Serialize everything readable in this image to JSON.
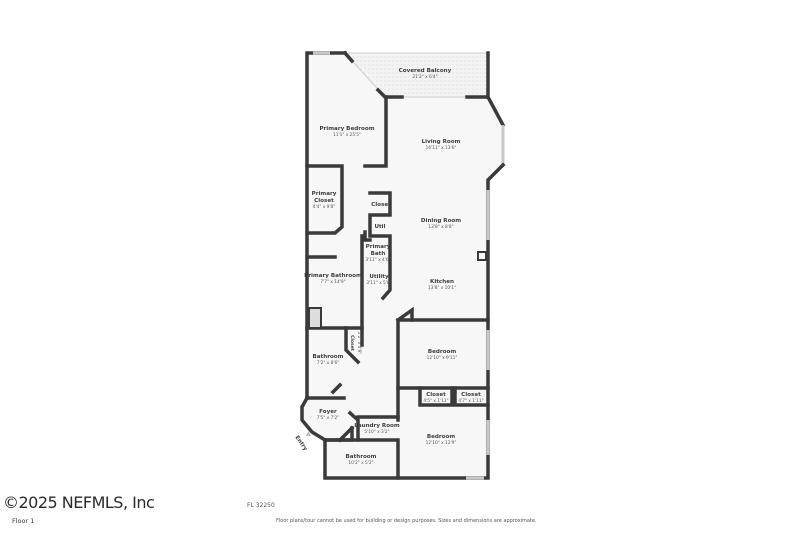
{
  "rooms": [
    {
      "name": "Covered Balcony",
      "dim": "21'2\" x 6'4\""
    },
    {
      "name": "Primary Bedroom",
      "dim": "11'1\" x 25'5\""
    },
    {
      "name": "Living Room",
      "dim": "16'11\" x 13'6\""
    },
    {
      "name": "Primary",
      "name2": "Closet",
      "dim": "4'4\" x 9'8\""
    },
    {
      "name": "Closet",
      "dim": ""
    },
    {
      "name": "Util",
      "dim": ""
    },
    {
      "name": "Dining Room",
      "dim": "13'8\" x 8'8\""
    },
    {
      "name": "Primary",
      "name2": "Bath",
      "dim": "3'11\" x 4'6\""
    },
    {
      "name": "Primary Bathroom",
      "dim": "7'7\" x 14'9\""
    },
    {
      "name": "Utility",
      "dim": "3'11\" x 5'8\""
    },
    {
      "name": "Kitchen",
      "dim": "13'8\" x 10'1\""
    },
    {
      "name": "Closet",
      "dim": "2'2\" x 4'9\""
    },
    {
      "name": "Bathroom",
      "dim": "7'2\" x 8'6\""
    },
    {
      "name": "Bedroom",
      "dim": "12'10\" x 9'11\""
    },
    {
      "name": "Closet",
      "dim": "4'5\" x 1'11\""
    },
    {
      "name": "Closet",
      "dim": "4'7\" x 1'11\""
    },
    {
      "name": "Foyer",
      "dim": "7'5\" x 7'2\""
    },
    {
      "name": "Laundry Room",
      "dim": "5'10\" x 3'2\""
    },
    {
      "name": "Bedroom",
      "dim": "12'10\" x 12'9\""
    },
    {
      "name": "Bathroom",
      "dim": "10'2\" x 5'2\""
    }
  ],
  "entry_label": "Entry",
  "footer": {
    "watermark": "©2025 NEFMLS, Inc",
    "address_fragment": "FL 32250",
    "floor": "Floor 1",
    "disclaimer": "Floor plans/tour cannot be used for building or design purposes. Sizes and dimensions are approximate."
  }
}
